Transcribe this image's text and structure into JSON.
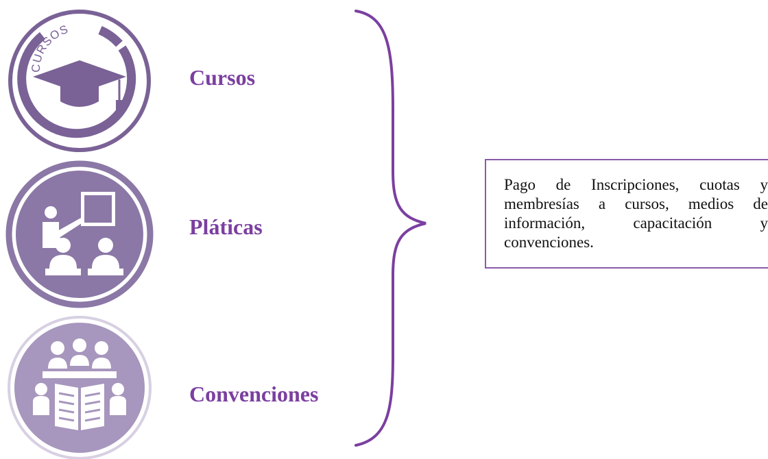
{
  "diagram": {
    "items": [
      {
        "label": "Cursos",
        "icon": "graduation-cap-icon",
        "badge_text": "CURSOS"
      },
      {
        "label": "Pláticas",
        "icon": "presentation-icon"
      },
      {
        "label": "Convenciones",
        "icon": "meeting-group-icon"
      }
    ],
    "description": "Pago de Inscripciones, cuotas y membresías a cursos, medios de información, capacitación y convenciones."
  },
  "colors": {
    "accent": "#7b3fa0",
    "icon_dark": "#7a6296",
    "icon_medium": "#8b78a6",
    "icon_light": "#a796bd"
  }
}
